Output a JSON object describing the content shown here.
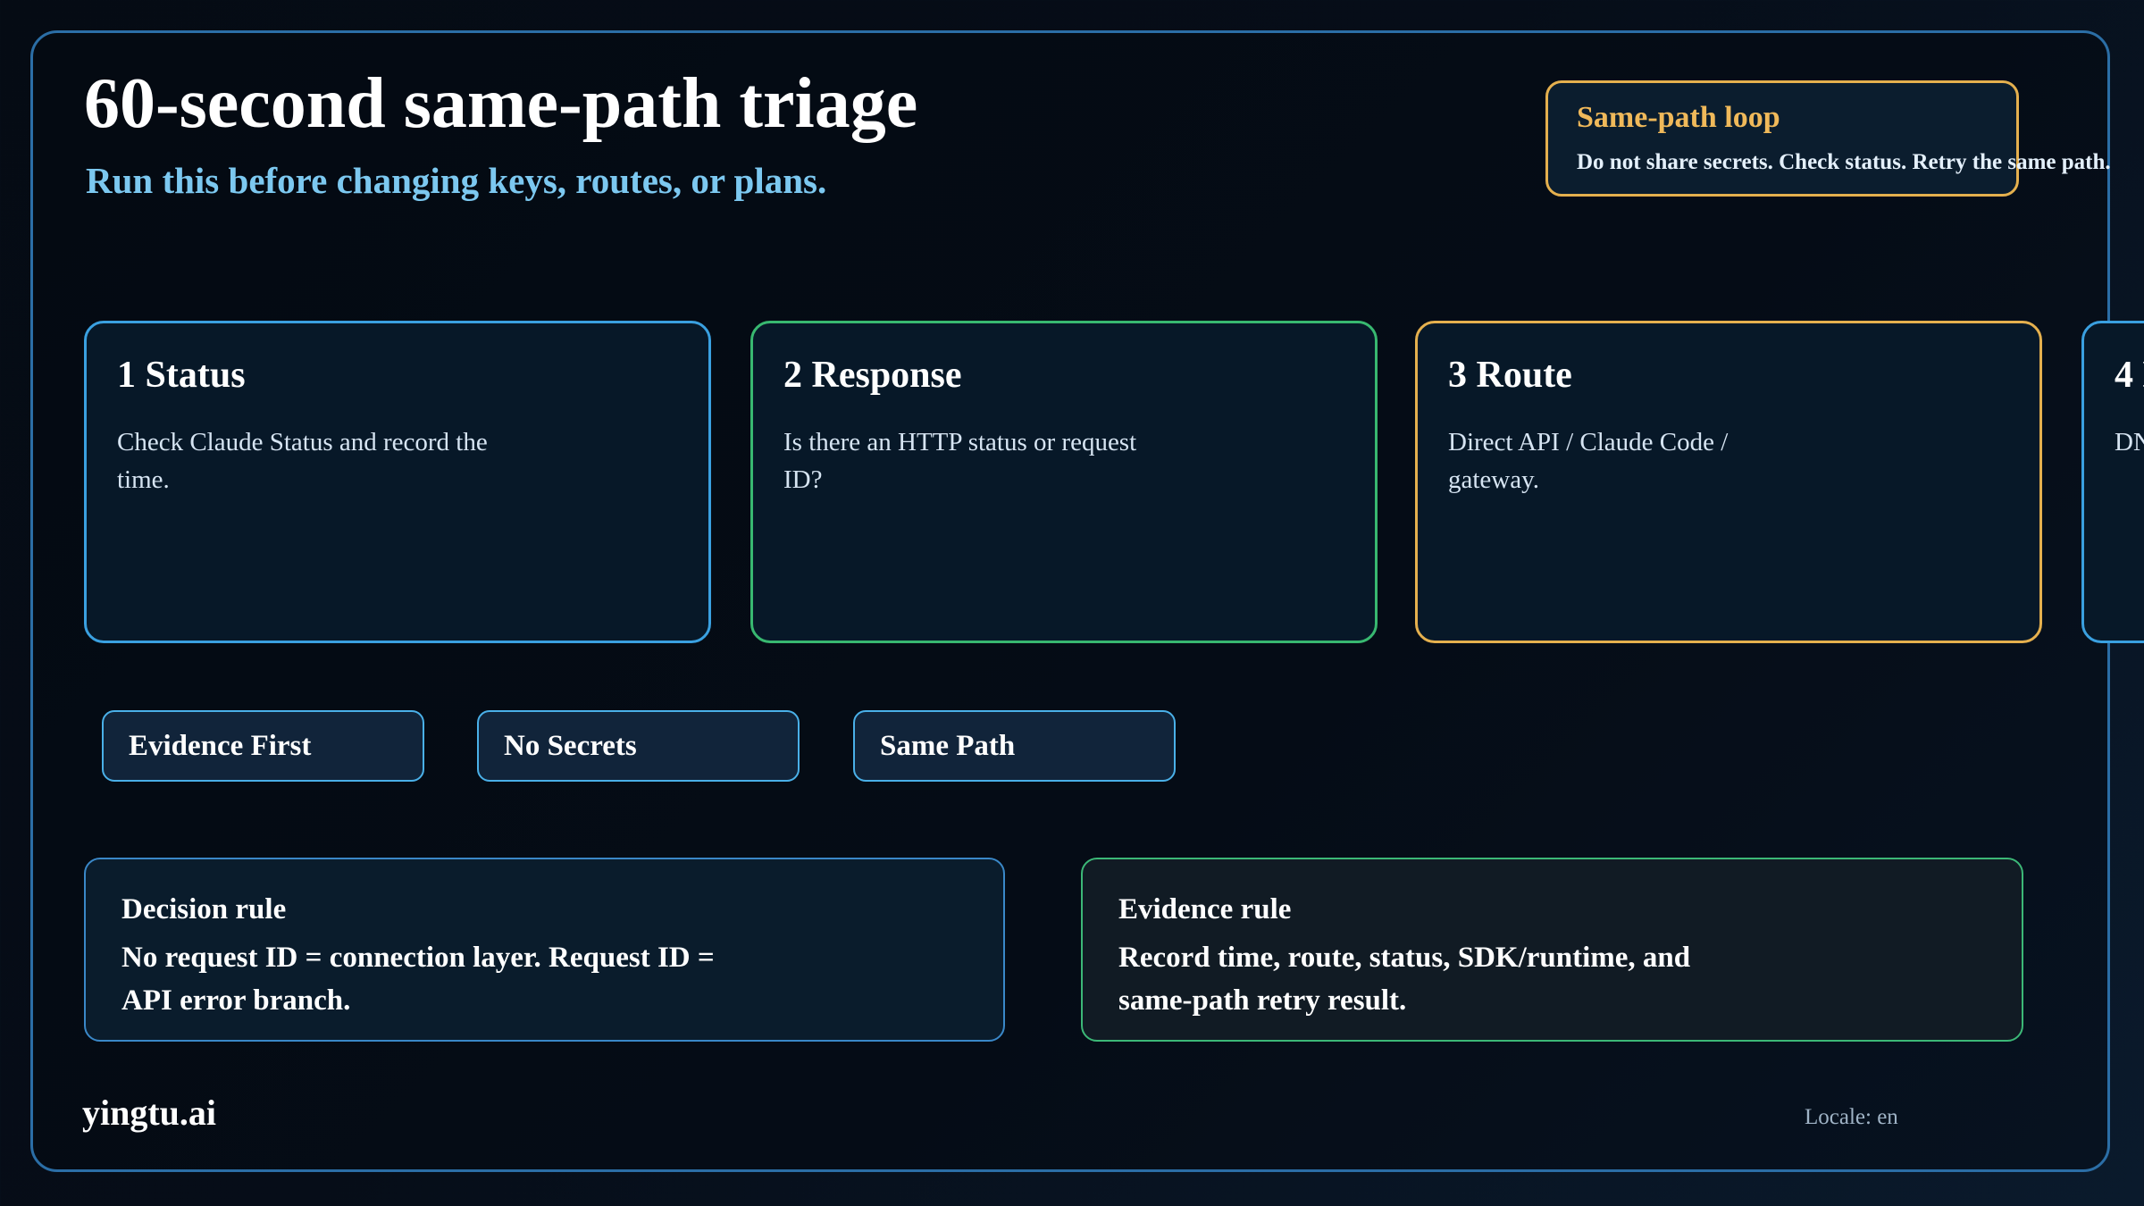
{
  "header": {
    "title": "60-second same-path triage",
    "subtitle": "Run this before changing keys, routes, or plans."
  },
  "callout": {
    "title": "Same-path loop",
    "body": "Do not share secrets. Check status. Retry the same path."
  },
  "steps": [
    {
      "title": "1 Status",
      "body": "Check Claude Status and record the time.",
      "accent": "#3aa0e0"
    },
    {
      "title": "2 Response",
      "body": "Is there an HTTP status or request ID?",
      "accent": "#38b870"
    },
    {
      "title": "3 Route",
      "body": "Direct API / Claude Code / gateway.",
      "accent": "#e5b04e"
    },
    {
      "title": "4 D",
      "body": "DN",
      "accent": "#3aa0e0"
    }
  ],
  "badges": [
    {
      "label": "Evidence First"
    },
    {
      "label": "No Secrets"
    },
    {
      "label": "Same Path"
    }
  ],
  "rules": {
    "decision": {
      "title": "Decision rule",
      "body": "No request ID = connection layer. Request ID = API error branch."
    },
    "evidence": {
      "title": "Evidence rule",
      "body": "Record time, route, status, SDK/runtime, and same-path retry result."
    }
  },
  "footer": {
    "brand": "yingtu.ai",
    "locale": "Locale: en"
  },
  "colors": {
    "frame": "#2b6ea6",
    "subtitle": "#7cc8f0",
    "gold": "#e5b04e",
    "green": "#38b870",
    "blue": "#3aa0e0"
  }
}
